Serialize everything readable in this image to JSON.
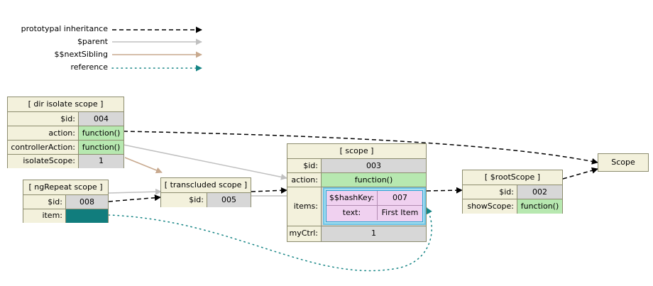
{
  "legend": [
    {
      "label": "prototypal inheritance"
    },
    {
      "label": "$parent"
    },
    {
      "label": "$$nextSibling"
    },
    {
      "label": "reference"
    }
  ],
  "colors": {
    "prototypal": "#000000",
    "parent": "#c0c0c0",
    "nextSibling": "#c8a98e",
    "reference": "#148484",
    "box_header": "#f3f1dc",
    "value_grey": "#d7d7d7",
    "value_function": "#b7e8b0",
    "reference_cell": "#117d7d",
    "items_outer": "#a9def0",
    "items_inner": "#f0d1f0"
  },
  "dir_isolate_scope": {
    "title": "[ dir isolate scope ]",
    "rows": [
      {
        "key": "$id:",
        "value": "004"
      },
      {
        "key": "action:",
        "value": "function()"
      },
      {
        "key": "controllerAction:",
        "value": "function()"
      },
      {
        "key": "isolateScope:",
        "value": "1"
      }
    ]
  },
  "ngrepeat_scope": {
    "title": "[ ngRepeat scope ]",
    "rows": [
      {
        "key": "$id:",
        "value": "008"
      },
      {
        "key": "item:",
        "value": ""
      }
    ]
  },
  "transcluded_scope": {
    "title": "[ transcluded scope ]",
    "rows": [
      {
        "key": "$id:",
        "value": "005"
      }
    ]
  },
  "scope": {
    "title": "[  scope  ]",
    "rows": [
      {
        "key": "$id:",
        "value": "003"
      },
      {
        "key": "action:",
        "value": "function()"
      },
      {
        "key": "items:",
        "value": ""
      },
      {
        "key": "myCtrl:",
        "value": "1"
      }
    ],
    "items": [
      {
        "key": "$$hashKey:",
        "value": "007"
      },
      {
        "key": "text:",
        "value": "First Item"
      }
    ]
  },
  "root_scope": {
    "title": "[ $rootScope ]",
    "rows": [
      {
        "key": "$id:",
        "value": "002"
      },
      {
        "key": "showScope:",
        "value": "function()"
      }
    ]
  },
  "scope_label": "Scope"
}
